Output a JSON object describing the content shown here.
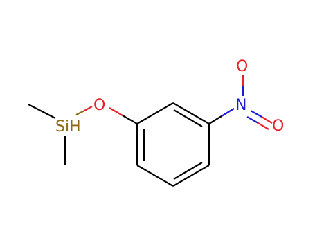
{
  "molecule": {
    "atoms": {
      "si": {
        "label": "SiH",
        "color": "#8b6a12"
      },
      "o": {
        "label": "O",
        "color": "#e8212a"
      },
      "n": {
        "label": "N",
        "color": "#1b1bdb"
      },
      "o_top": {
        "label": "O",
        "color": "#e8212a"
      },
      "o_right": {
        "label": "O",
        "color": "#e8212a"
      }
    },
    "bond_color": "#000000"
  }
}
